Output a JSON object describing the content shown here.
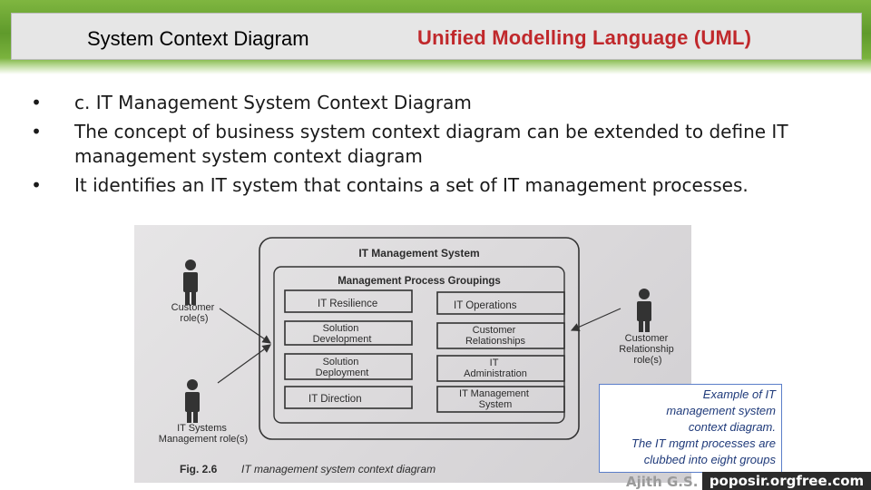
{
  "header": {
    "left_title": "System Context Diagram",
    "right_title": "Unified Modelling Language (UML)"
  },
  "bullets": [
    "c. IT Management System Context Diagram",
    "The concept of business system context diagram can be extended to define IT management system context diagram",
    "It identifies an IT system that contains a set of IT management processes."
  ],
  "figure": {
    "system_title": "IT Management System",
    "groupings_title": "Management Process Groupings",
    "processes": [
      [
        "IT Resilience",
        "IT Operations"
      ],
      [
        "Solution Development",
        "Customer Relationships"
      ],
      [
        "Solution Deployment",
        "IT Administration"
      ],
      [
        "IT Direction",
        "IT Management System"
      ]
    ],
    "actors": {
      "customer": "Customer role(s)",
      "it_systems": "IT Systems Management role(s)",
      "relationship": "Customer Relationship role(s)"
    },
    "caption_label": "Fig. 2.6",
    "caption_text": "IT management system context diagram"
  },
  "note": {
    "lines": [
      "Example of IT",
      "management system",
      "context diagram.",
      "The IT mgmt processes are",
      "clubbed into eight groups"
    ]
  },
  "footer": {
    "author": "Ajith G.S.",
    "site": "poposir.orgfree.com"
  }
}
